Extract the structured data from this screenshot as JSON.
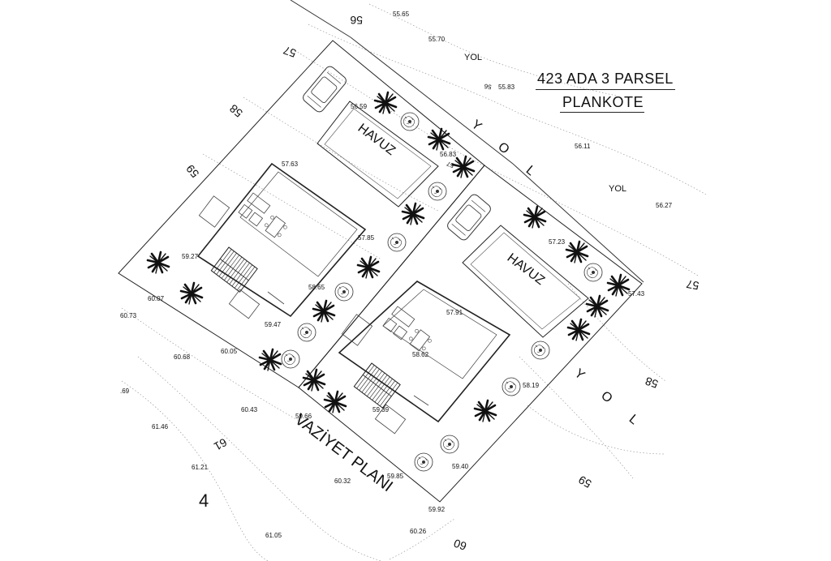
{
  "title_lines": {
    "line1": "423 ADA 3 PARSEL",
    "line2": "PLANKOTE"
  },
  "big_labels": {
    "plan_name": "VAZİYET PLANI",
    "pool_1": "HAVUZ",
    "pool_2": "HAVUZ",
    "road_top": "Y O L",
    "road_right": "Y O L",
    "parcel_number": "4"
  },
  "road_labels": [
    "YOL",
    "YOL"
  ],
  "contour_labels": [
    "56",
    "57",
    "58",
    "59",
    "57",
    "58",
    "59",
    "60",
    "61",
    "56",
    "57"
  ],
  "elevations": [
    "55.65",
    "55.70",
    "55.83",
    "56.11",
    "56.27",
    "56.59",
    "56.83",
    "57.63",
    "57.85",
    "57.23",
    "57.43",
    "57.91",
    "58.65",
    "58.62",
    "58.19",
    "59.27",
    "59.47",
    "59.66",
    "59.39",
    "59.40",
    "59.85",
    "59.92",
    "60.07",
    "60.73",
    "60.68",
    "60.05",
    "60.43",
    "60.32",
    "60.26",
    "61.46",
    "61.21",
    "61.05",
    ".69"
  ]
}
